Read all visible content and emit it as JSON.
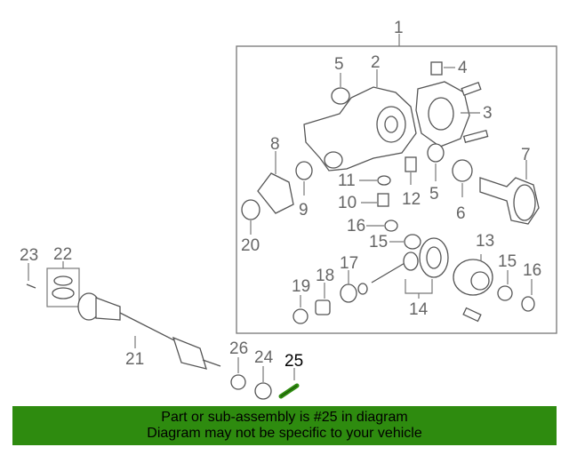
{
  "callouts": {
    "c1": "1",
    "c2": "2",
    "c3": "3",
    "c4": "4",
    "c5a": "5",
    "c5b": "5",
    "c6": "6",
    "c7": "7",
    "c8": "8",
    "c9": "9",
    "c10": "10",
    "c11": "11",
    "c12": "12",
    "c13": "13",
    "c14": "14",
    "c15a": "15",
    "c15b": "15",
    "c16a": "16",
    "c16b": "16",
    "c17": "17",
    "c18": "18",
    "c19": "19",
    "c20": "20",
    "c21": "21",
    "c22": "22",
    "c23": "23",
    "c24": "24",
    "c25": "25",
    "c26": "26"
  },
  "highlight": {
    "part_number": "25",
    "part_color": "#2e8b0f"
  },
  "banner": {
    "line1": "Part or sub-assembly is #25 in diagram",
    "line2": "Diagram may not be specific to your vehicle",
    "background": "#2e8b0f"
  }
}
